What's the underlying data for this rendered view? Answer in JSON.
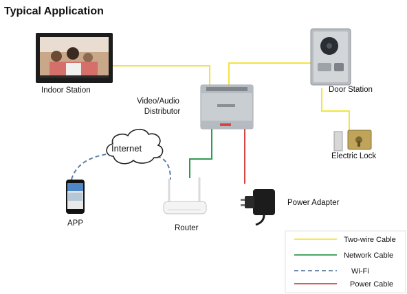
{
  "title": "Typical Application",
  "devices": {
    "indoor_station": "Indoor Station",
    "distributor_line1": "Video/Audio",
    "distributor_line2": "Distributor",
    "door_station": "Door Station",
    "electric_lock": "Electric Lock",
    "internet": "Internet",
    "app": "APP",
    "router": "Router",
    "power_adapter": "Power Adapter"
  },
  "legend": [
    {
      "label": "Two-wire Cable",
      "color": "#f2e43c",
      "style": "solid"
    },
    {
      "label": "Network Cable",
      "color": "#2f9a4f",
      "style": "solid"
    },
    {
      "label": "Wi-Fi",
      "color": "#5b7fa6",
      "style": "dashed"
    },
    {
      "label": "Power Cable",
      "color": "#d64541",
      "style": "solid"
    }
  ]
}
